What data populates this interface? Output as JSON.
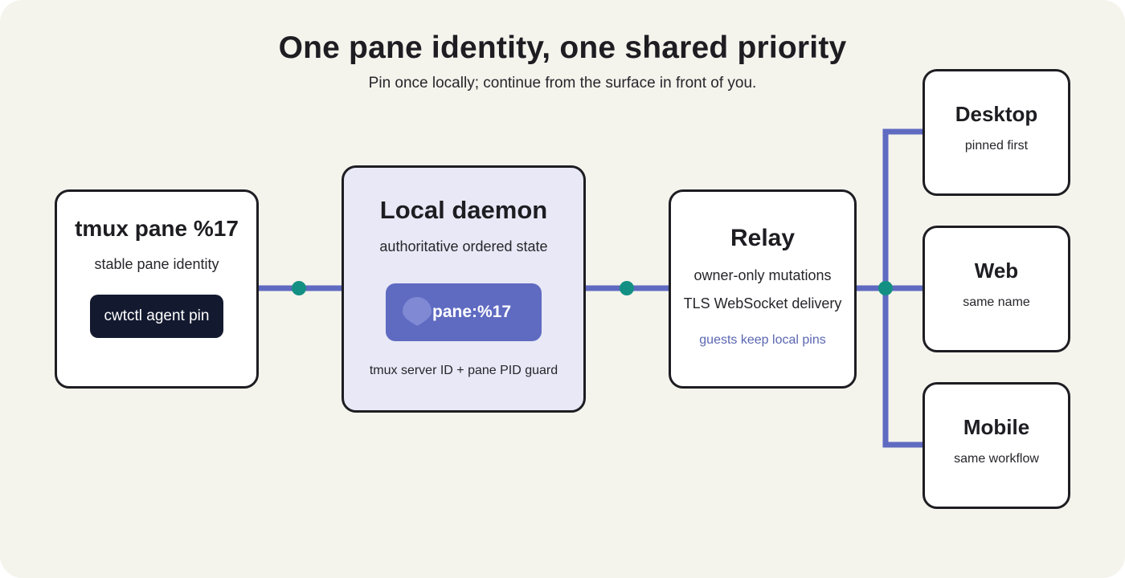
{
  "title": "One pane identity, one shared priority",
  "subtitle": "Pin once locally; continue from the surface in front of you.",
  "colors": {
    "background": "#f4f3ec",
    "connector": "#5f6ac1",
    "junction_dot": "#139083",
    "daemon_fill": "#e8e8f6",
    "command_pill": "#131a2f",
    "pin_chip": "#5f6ac1",
    "note_text": "#5a66b1"
  },
  "nodes": {
    "tmux": {
      "title": "tmux pane %17",
      "subtitle": "stable pane identity",
      "command": "cwtctl agent pin"
    },
    "daemon": {
      "title": "Local daemon",
      "subtitle": "authoritative ordered state",
      "pin_icon": "pin-icon",
      "pin_label": "pane:%17",
      "footer": "tmux server ID + pane PID guard"
    },
    "relay": {
      "title": "Relay",
      "line1": "owner-only mutations",
      "line2": "TLS WebSocket delivery",
      "note": "guests keep local pins"
    },
    "clients": [
      {
        "title": "Desktop",
        "subtitle": "pinned first"
      },
      {
        "title": "Web",
        "subtitle": "same name"
      },
      {
        "title": "Mobile",
        "subtitle": "same workflow"
      }
    ]
  }
}
